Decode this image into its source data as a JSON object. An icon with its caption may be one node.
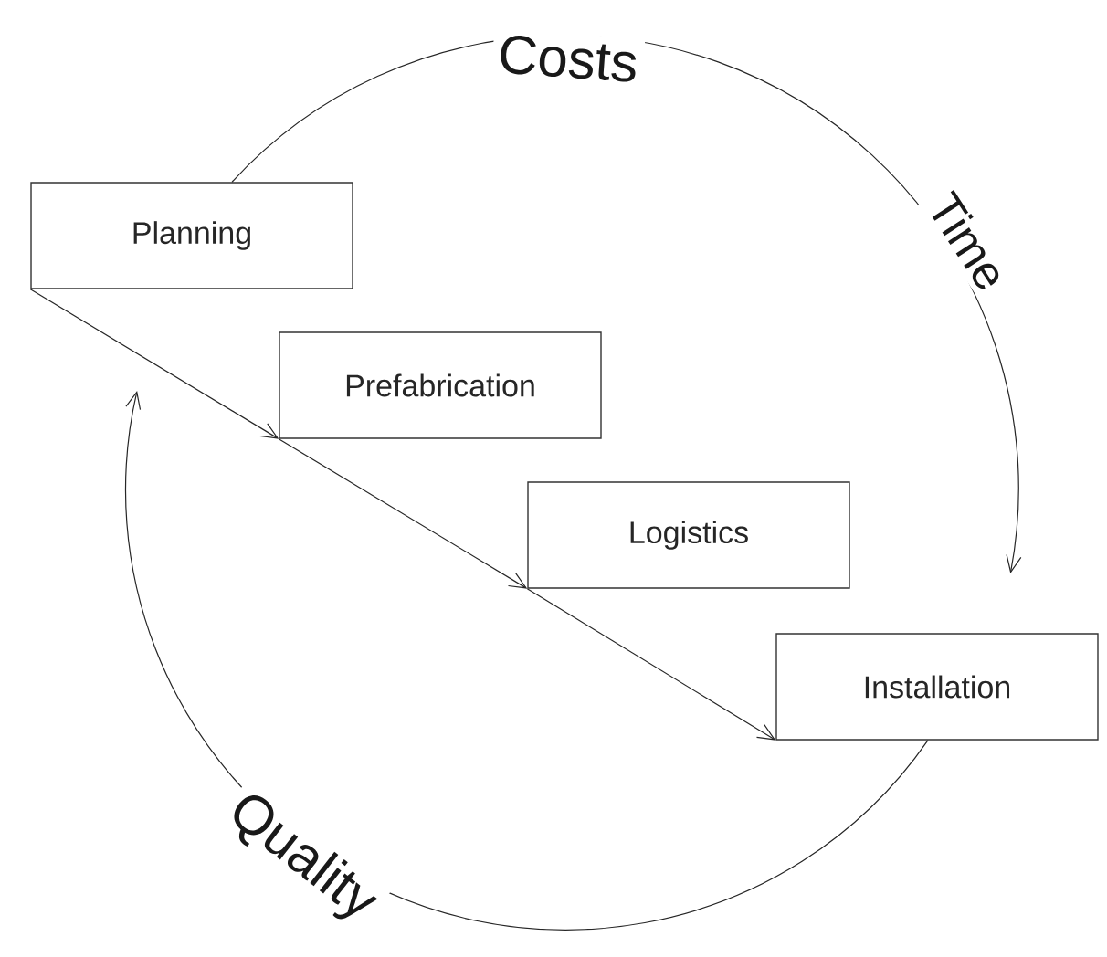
{
  "diagram": {
    "nodes": [
      {
        "text": [
          "Planning"
        ]
      },
      {
        "text": [
          "Prefabrication"
        ]
      },
      {
        "text": [
          "Logistics"
        ]
      },
      {
        "text": [
          "Installation"
        ]
      }
    ],
    "edges": [
      {
        "from": 0,
        "to": 1,
        "arrow": "to"
      },
      {
        "from": 1,
        "to": 2,
        "arrow": "to"
      },
      {
        "from": 2,
        "to": 3,
        "arrow": "to"
      },
      {
        "from": 0,
        "to": 3,
        "arrow": "to"
      },
      {
        "from": 3,
        "to": 0,
        "arrow": "to"
      }
    ],
    "labels": [
      "Costs",
      "Time",
      "Quality"
    ]
  }
}
